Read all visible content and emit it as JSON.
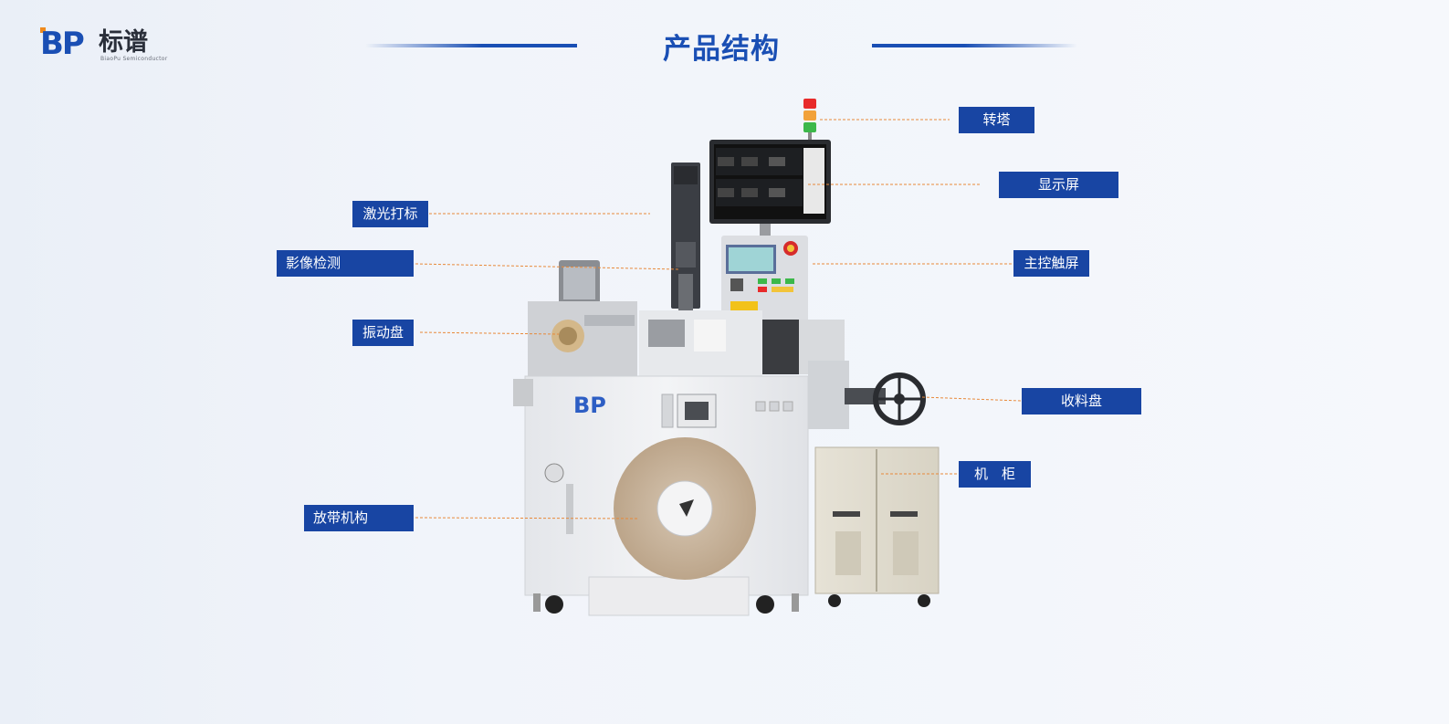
{
  "logo": {
    "brand": "BP",
    "name_cn": "标谱",
    "tagline": "BiaoPu Semiconductor"
  },
  "title": "产品结构",
  "labels": {
    "turret": "转塔",
    "display": "显示屏",
    "laser": "激光打标",
    "vision": "影像检测",
    "touchscreen": "主控触屏",
    "vibration": "振动盘",
    "take_up_reel": "收料盘",
    "cabinet": "机　柜",
    "tape_feed": "放带机构"
  },
  "machine_logo": "BP",
  "colors": {
    "brand_blue": "#1a4fb4",
    "label_bg": "#1845a3",
    "leader_orange": "#e8893a",
    "reel_tan": "#c8b49e"
  }
}
